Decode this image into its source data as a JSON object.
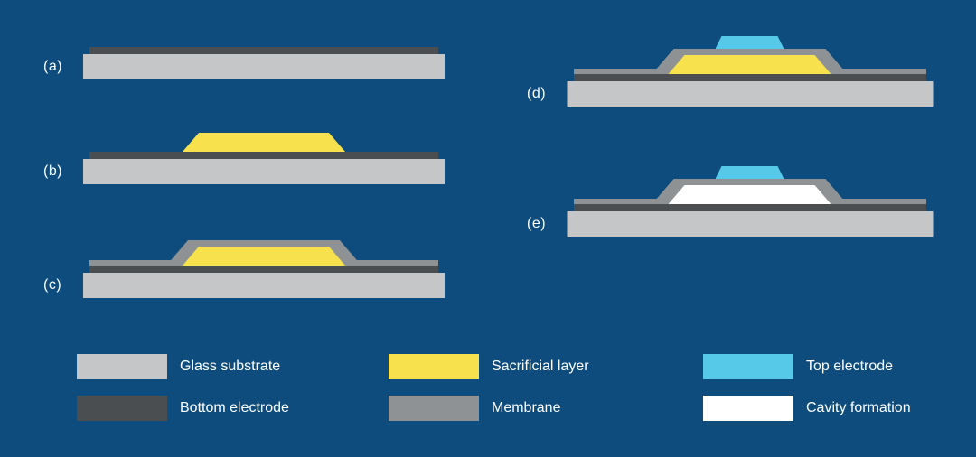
{
  "steps": [
    {
      "label": "(a)",
      "layers": [
        "Glass substrate",
        "Bottom electrode"
      ]
    },
    {
      "label": "(b)",
      "layers": [
        "Glass substrate",
        "Bottom electrode",
        "Sacrificial layer"
      ]
    },
    {
      "label": "(c)",
      "layers": [
        "Glass substrate",
        "Bottom electrode",
        "Sacrificial layer",
        "Membrane"
      ]
    },
    {
      "label": "(d)",
      "layers": [
        "Glass substrate",
        "Bottom electrode",
        "Sacrificial layer",
        "Membrane",
        "Top electrode"
      ]
    },
    {
      "label": "(e)",
      "layers": [
        "Glass substrate",
        "Bottom electrode",
        "Membrane",
        "Top electrode",
        "Cavity formation"
      ]
    }
  ],
  "legend": [
    {
      "label": "Glass substrate",
      "color": "#c5c6c7"
    },
    {
      "label": "Bottom electrode",
      "color": "#4a4e50"
    },
    {
      "label": "Sacrificial layer",
      "color": "#f7e24e"
    },
    {
      "label": "Membrane",
      "color": "#8f9294"
    },
    {
      "label": "Top electrode",
      "color": "#56c8e8"
    },
    {
      "label": "Cavity formation",
      "color": "#ffffff"
    }
  ],
  "colors": {
    "background": "#0d4c7d",
    "text": "#ffffff",
    "glass_substrate": "#c5c6c7",
    "bottom_electrode": "#4a4e50",
    "sacrificial_layer": "#f7e24e",
    "membrane": "#8f9294",
    "top_electrode": "#56c8e8",
    "cavity": "#ffffff"
  }
}
